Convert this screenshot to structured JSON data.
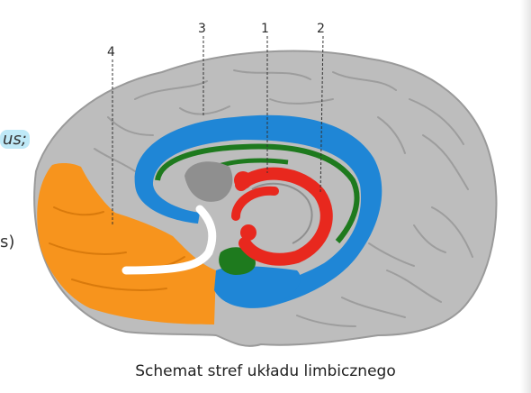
{
  "labels": [
    "1",
    "2",
    "3",
    "4"
  ],
  "edge_fragments": {
    "left_top": "us;",
    "left_bottom": "s)"
  },
  "caption": "Schemat stref układu limbicznego",
  "colors": {
    "brain": "#bdbdbd",
    "cingulate": "#1f86d6",
    "fornix_red": "#e8281e",
    "green": "#1e7a1e",
    "orange": "#f7941d",
    "white_tract": "#ffffff",
    "inner_gray": "#8f8f8f"
  }
}
